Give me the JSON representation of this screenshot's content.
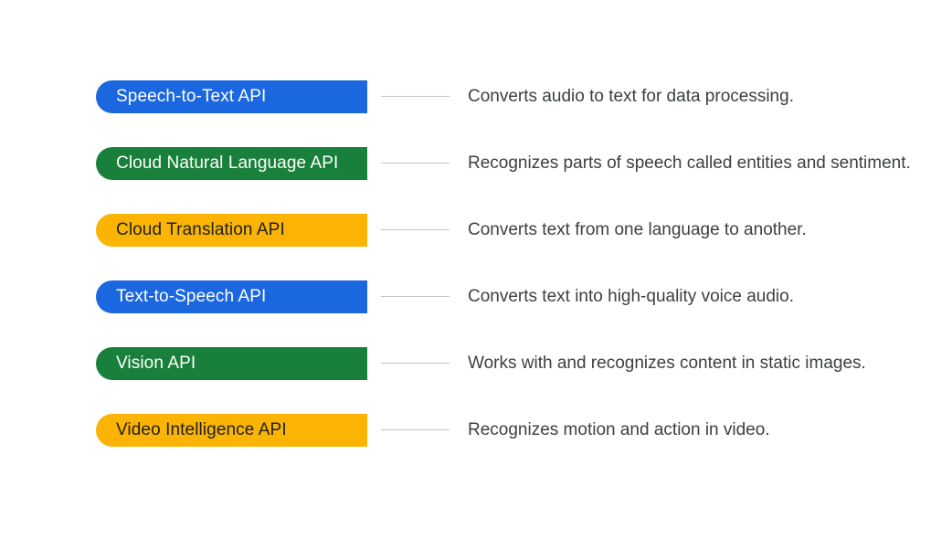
{
  "rows": [
    {
      "label": "Speech-to-Text API",
      "description": "Converts audio to text for data processing.",
      "color": "#1a67e0"
    },
    {
      "label": "Cloud Natural Language API",
      "description": "Recognizes parts of speech called entities and sentiment.",
      "color": "#19803b"
    },
    {
      "label": "Cloud Translation API",
      "description": "Converts text from one language to another.",
      "color": "#fbb404"
    },
    {
      "label": "Text-to-Speech API",
      "description": "Converts text into high-quality voice audio.",
      "color": "#1a67e0"
    },
    {
      "label": "Vision API",
      "description": "Works with and recognizes content in static images.",
      "color": "#19803b"
    },
    {
      "label": "Video Intelligence API",
      "description": "Recognizes motion and action in video.",
      "color": "#fbb404"
    }
  ]
}
